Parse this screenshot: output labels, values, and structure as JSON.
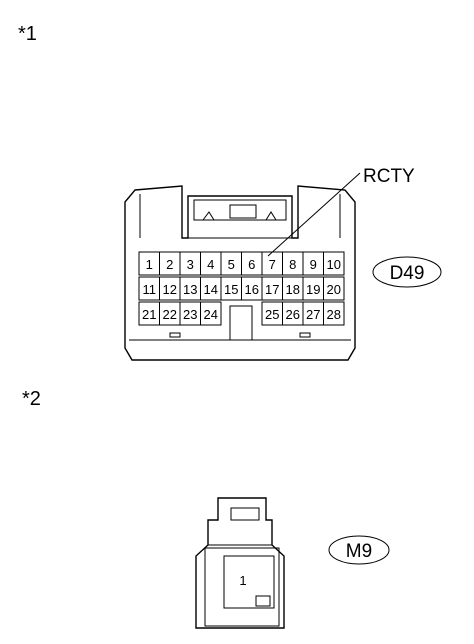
{
  "markers": {
    "first": "*1",
    "second": "*2"
  },
  "connector_d49": {
    "signal_label": "RCTY",
    "tag": "D49",
    "pins_row1": [
      "1",
      "2",
      "3",
      "4",
      "5",
      "6",
      "7",
      "8",
      "9",
      "10"
    ],
    "pins_row2": [
      "11",
      "12",
      "13",
      "14",
      "15",
      "16",
      "17",
      "18",
      "19",
      "20"
    ],
    "pins_row3_left": [
      "21",
      "22",
      "23",
      "24"
    ],
    "pins_row3_right": [
      "25",
      "26",
      "27",
      "28"
    ]
  },
  "connector_m9": {
    "tag": "M9",
    "pin": "1"
  }
}
